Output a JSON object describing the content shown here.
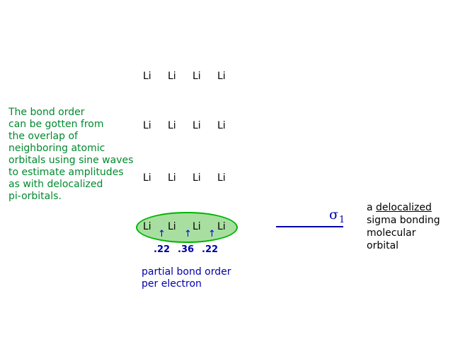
{
  "atom_symbol": "Li",
  "rows": [
    [
      "Li",
      "Li",
      "Li",
      "Li"
    ],
    [
      "Li",
      "Li",
      "Li",
      "Li"
    ],
    [
      "Li",
      "Li",
      "Li",
      "Li"
    ]
  ],
  "oval_row": [
    "Li",
    "Li",
    "Li",
    "Li"
  ],
  "explanation": "The bond order\ncan be gotten from\nthe overlap of\nneighboring atomic\norbitals using sine waves\nto estimate amplitudes\nas with delocalized\npi-orbitals.",
  "bond_orders": [
    ".22",
    ".36",
    ".22"
  ],
  "bond_order_caption": "partial bond order\nper electron",
  "orbital_label": {
    "symbol": "σ",
    "subscript": "1"
  },
  "orbital_description": {
    "line1_prefix": "a ",
    "line1_underlined": "delocalized",
    "line2": "sigma bonding",
    "line3": "molecular",
    "line4": "orbital"
  },
  "colors": {
    "explanation_text": "#008a2e",
    "bond_order_text": "#0000aa",
    "oval_fill": "#a8dfa0",
    "oval_stroke": "#00b400"
  }
}
